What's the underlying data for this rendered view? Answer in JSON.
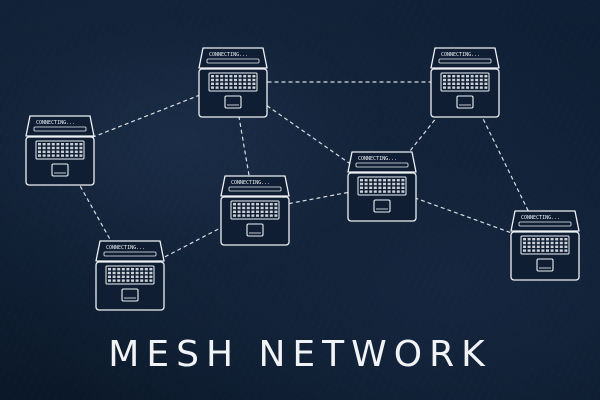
{
  "title": "MESH NETWORK",
  "laptop_status": "CONNECTING...",
  "colors": {
    "background": "#0d1a2c",
    "chalk": "#eef1f5"
  },
  "icons": {
    "node": "laptop-icon",
    "link": "dashed-link"
  },
  "nodes": [
    {
      "id": "laptop-1"
    },
    {
      "id": "laptop-2"
    },
    {
      "id": "laptop-3"
    },
    {
      "id": "laptop-4"
    },
    {
      "id": "laptop-5"
    },
    {
      "id": "laptop-6"
    },
    {
      "id": "laptop-7"
    }
  ],
  "links": [
    [
      "laptop-1",
      "laptop-2"
    ],
    [
      "laptop-1",
      "laptop-7"
    ],
    [
      "laptop-2",
      "laptop-3"
    ],
    [
      "laptop-2",
      "laptop-4"
    ],
    [
      "laptop-2",
      "laptop-5"
    ],
    [
      "laptop-3",
      "laptop-5"
    ],
    [
      "laptop-3",
      "laptop-6"
    ],
    [
      "laptop-4",
      "laptop-7"
    ],
    [
      "laptop-4",
      "laptop-5"
    ],
    [
      "laptop-5",
      "laptop-6"
    ]
  ]
}
